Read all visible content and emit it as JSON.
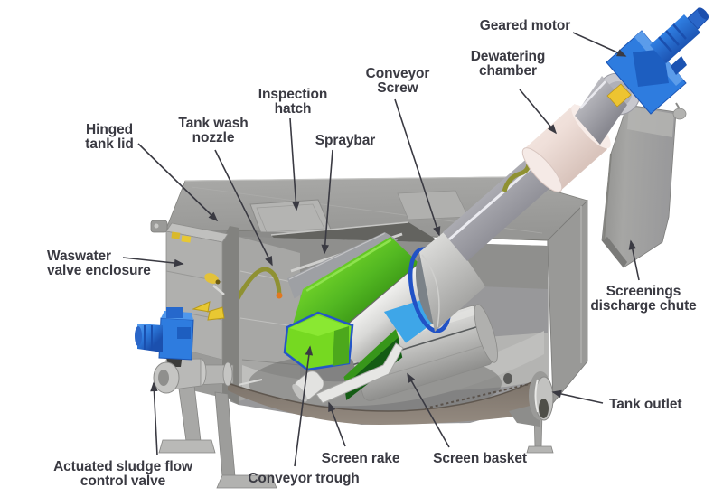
{
  "diagram": {
    "type": "technical-illustration",
    "subject": "Cutaway CAD view of an inclined screw screen sludge tank with labelled components",
    "background": "#ffffff",
    "label_color": "#3a3a42",
    "arrow_color": "#3a3a42"
  },
  "labels": [
    {
      "id": "geared-motor",
      "text": "Geared motor"
    },
    {
      "id": "dewatering-chamber",
      "text": "Dewatering\nchamber"
    },
    {
      "id": "conveyor-screw",
      "text": "Conveyor\nScrew"
    },
    {
      "id": "inspection-hatch",
      "text": "Inspection\nhatch"
    },
    {
      "id": "tank-wash-nozzle",
      "text": "Tank wash\nnozzle"
    },
    {
      "id": "spraybar",
      "text": "Spraybar"
    },
    {
      "id": "hinged-tank-lid",
      "text": "Hinged\ntank lid"
    },
    {
      "id": "waswater-valve-enclosure",
      "text": "Waswater\nvalve enclosure"
    },
    {
      "id": "screenings-discharge-chute",
      "text": "Screenings\ndischarge chute"
    },
    {
      "id": "tank-outlet",
      "text": "Tank outlet"
    },
    {
      "id": "screen-basket",
      "text": "Screen basket"
    },
    {
      "id": "screen-rake",
      "text": "Screen rake"
    },
    {
      "id": "conveyor-trough",
      "text": "Conveyor trough"
    },
    {
      "id": "actuated-sludge-flow-control-valve",
      "text": "Actuated sludge flow\ncontrol valve"
    }
  ],
  "machine_colors": {
    "tank_gray": "#a2a2a0",
    "lid_gray": "#9b9b99",
    "drum_green": "#58bd24",
    "dark_green": "#156015",
    "motor_blue": "#2e7cdf",
    "dewatering_pink": "#f1e2dc",
    "accent_yellow": "#eac832",
    "basket_gray": "#c3c3c1",
    "bottom_taupe": "#8a8078",
    "rim_blue": "#2153c4",
    "water_cyan": "#3da4e6"
  }
}
